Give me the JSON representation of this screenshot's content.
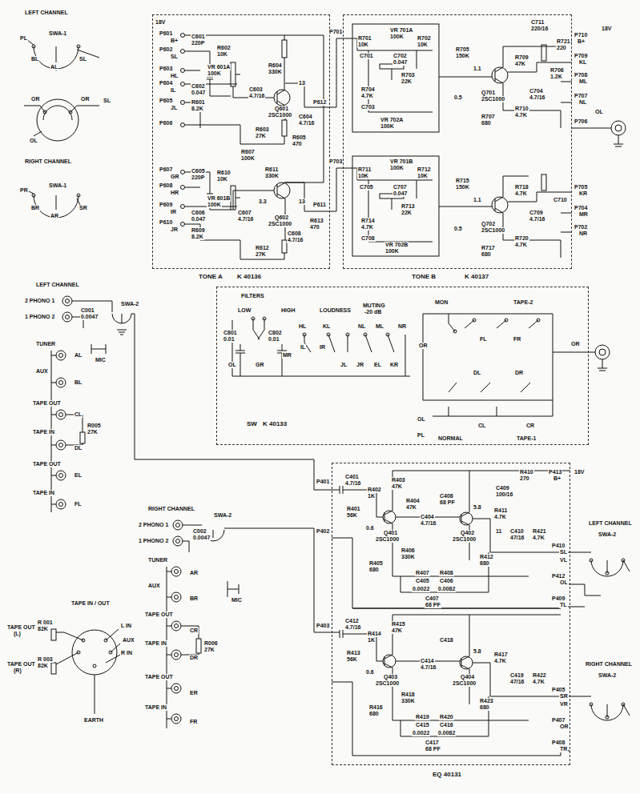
{
  "diagram": {
    "nodes": [
      {
        "text": [
          "TONE A",
          "K 40136"
        ]
      },
      {
        "text": [
          "TONE B",
          "K 40137"
        ]
      },
      {
        "text": [
          "SW",
          "K 40133"
        ]
      },
      {
        "text": [
          "EQ 40131"
        ]
      }
    ],
    "edges": [
      {
        "from": 0,
        "to": 1,
        "arrow": "none"
      },
      {
        "from": 0,
        "to": 1,
        "arrow": "none"
      }
    ],
    "labels": [
      "LEFT CHANNEL",
      "PL",
      "SWA-1",
      "BL",
      "AL",
      "SL",
      "OR",
      "OR",
      "SL",
      "OL",
      "RIGHT CHANNEL",
      "PR",
      "SWA-1",
      "BR",
      "AR",
      "SR",
      "18V",
      "P601",
      "B+",
      "P602",
      "SL",
      "P603",
      "HL",
      "P604",
      "IL",
      "P605",
      "JL",
      "P606",
      "P607",
      "GR",
      "P608",
      "HR",
      "P609",
      "IR",
      "P610",
      "JR",
      "C601",
      "220P",
      "R602",
      "10K",
      "VR 601A",
      "100K",
      "C602",
      "0.047",
      "R601",
      "8.2K",
      "C603",
      "4.7/16",
      "R604",
      "330K",
      "13",
      "Q601",
      "2SC1000",
      "C604",
      "4.7/16",
      "R603",
      "27K",
      "R605",
      "470",
      "R607",
      "100K",
      "P612",
      "C605",
      "220P",
      "R610",
      "10K",
      "VR 601B",
      "100K",
      "C606",
      "0.047",
      "R609",
      "8.2K",
      "R611",
      "330K",
      "C607",
      "4.7/16",
      "3.3",
      "Q602",
      "2SC1000",
      "13",
      "C608",
      "4.7/16",
      "R612",
      "27K",
      "R613",
      "470",
      "P611",
      "P701",
      "VR 701A",
      "100K",
      "R701",
      "10K",
      "R702",
      "10K",
      "C701",
      "C702",
      "0.047",
      "R703",
      "22K",
      "R704",
      "4.7K",
      "C703",
      "VR 702A",
      "100K",
      "R705",
      "150K",
      "1.1",
      "0.5",
      "Q701",
      "2SC1000",
      "R707",
      "680",
      "R709",
      "47K",
      "C704",
      "4.7/16",
      "R710",
      "4.7K",
      "C711",
      "220/16",
      "R721",
      "220",
      "R706",
      "1.2K",
      "P703",
      "VR 701B",
      "100K",
      "R711",
      "10K",
      "R712",
      "10K",
      "C705",
      "C707",
      "0.047",
      "R713",
      "22K",
      "R714",
      "4.7K",
      "C708",
      "VR 702B",
      "100K",
      "R715",
      "150K",
      "1.1",
      "0.5",
      "Q702",
      "2SC1000",
      "R717",
      "680",
      "R718",
      "4.7K",
      "C709",
      "4.7/16",
      "R720",
      "4.7K",
      "C710",
      "P705",
      "KR",
      "P704",
      "MR",
      "P702",
      "NR",
      "P710",
      "B+",
      "18V",
      "P709",
      "KL",
      "P708",
      "ML",
      "P707",
      "NL",
      "P706",
      "OL",
      "OR",
      "LEFT CHANNEL",
      "2 PHONO 1",
      "1 PHONO 2",
      "C001",
      "0.0047",
      "SWA-2",
      "MIC",
      "TUNER",
      "AL",
      "AUX",
      "BL",
      "TAPE OUT",
      "CL",
      "TAPE IN",
      "DL",
      "R005",
      "27K",
      "TAPE OUT",
      "EL",
      "TAPE IN",
      "FL",
      "FILTERS",
      "LOW",
      "HIGH",
      "LOUDNESS",
      "MUTING",
      "-20 dB",
      "MON",
      "TAPE-2",
      "C801",
      "0.01",
      "C802",
      "0.01",
      "HL",
      "KL",
      "NL",
      "ML",
      "NR",
      "IL",
      "IR",
      "OL",
      "GR",
      "MR",
      "JL",
      "JR",
      "EL",
      "KR",
      "OR",
      "FL",
      "FR",
      "DL",
      "DR",
      "OL",
      "PL",
      "CL",
      "CR",
      "NORMAL",
      "TAPE-1",
      "RIGHT CHANNEL",
      "2 PHONO 1",
      "1 PHONO 2",
      "C002",
      "0.0047",
      "SWA-2",
      "MIC",
      "TUNER",
      "AR",
      "AUX",
      "BR",
      "TAPE OUT",
      "CR",
      "TAPE IN",
      "DR",
      "R006",
      "27K",
      "TAPE OUT",
      "ER",
      "TAPE IN",
      "FR",
      "TAPE IN / OUT",
      "TAPE OUT",
      "(L)",
      "R 001",
      "82K",
      "L IN",
      "AUX",
      "R IN",
      "TAPE OUT",
      "(R)",
      "R 003",
      "82K",
      "EARTH",
      "P401",
      "C401",
      "4.7/16",
      "R402",
      "1K",
      "R401",
      "56K",
      "P402",
      "R403",
      "47K",
      "R404",
      "47K",
      "C404",
      "4.7/16",
      "C408",
      "68 PF",
      "0.6",
      "Q401",
      "2SC1000",
      "5.8",
      "Q402",
      "2SC1000",
      "R406",
      "330K",
      "R405",
      "680",
      "R412",
      "680",
      "R407",
      "R408",
      "C405",
      "C406",
      "0.0022",
      "0.0082",
      "C407",
      "68 PF",
      "R410",
      "270",
      "P413",
      "B+",
      "18V",
      "C409",
      "100/16",
      "R411",
      "4.7K",
      "11",
      "C410",
      "47/16",
      "R421",
      "4.7K",
      "P410",
      "SL",
      "VL",
      "P412",
      "OL",
      "P409",
      "TL",
      "LEFT CHANNEL",
      "SWA-2",
      "P403",
      "C412",
      "4.7/16",
      "R414",
      "1K",
      "R413",
      "56K",
      "R415",
      "47K",
      "C414",
      "4.7/16",
      "C418",
      "0.6",
      "Q403",
      "2SC1000",
      "5.8",
      "Q404",
      "2SC1000",
      "R418",
      "330K",
      "R416",
      "680",
      "R423",
      "680",
      "R419",
      "R420",
      "C415",
      "C416",
      "0.0022",
      "0.0082",
      "C417",
      "68 PF",
      "C419",
      "47/16",
      "R422",
      "4.7K",
      "P405",
      "SR",
      "VR",
      "P407",
      "OR",
      "P408",
      "TR",
      "RIGHT CHANNEL",
      "SWA-2",
      "R417",
      "4.7K"
    ]
  }
}
